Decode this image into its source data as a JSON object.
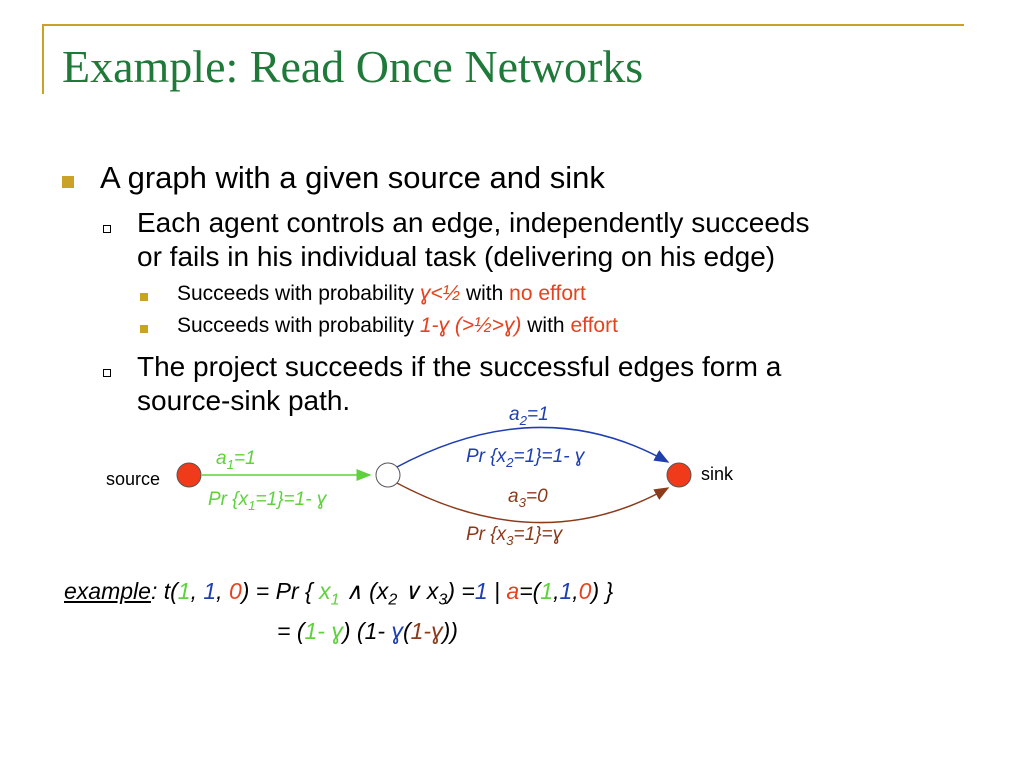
{
  "title": "Example: Read Once Networks",
  "colors": {
    "title": "#1f7a3a",
    "accent": "#c9a227",
    "red": "#e8411e",
    "green": "#5ed23c",
    "blue": "#1f3fb0",
    "brown": "#8b3a1a"
  },
  "bullets": {
    "level1": "A graph with a given source and sink",
    "sub1_line1": "Each agent controls an edge, independently succeeds",
    "sub1_line2": "or fails in his individual task (delivering on his edge)",
    "item1_prefix": "Succeeds with probability",
    "item1_math": "ɣ<½",
    "item1_with": "with",
    "item1_effort": "no effort",
    "item2_prefix": "Succeeds with probability",
    "item2_math": "1-ɣ (>½>ɣ)",
    "item2_with": "with",
    "item2_effort": "effort",
    "sub2_line1": "The project succeeds if the successful edges form a",
    "sub2_line2": "source-sink path."
  },
  "graph": {
    "source_label": "source",
    "sink_label": "sink",
    "a1": {
      "var": "a",
      "sub": "1",
      "rest": "=1"
    },
    "pr1": {
      "pre": "Pr {x",
      "sub": "1",
      "post": "=1}=1- ɣ"
    },
    "a2": {
      "var": "a",
      "sub": "2",
      "rest": "=1"
    },
    "pr2": {
      "pre": "Pr {x",
      "sub": "2",
      "post": "=1}=1- ɣ"
    },
    "a3": {
      "var": "a",
      "sub": "3",
      "rest": "=0"
    },
    "pr3": {
      "pre": "Pr {x",
      "sub": "3",
      "post": "=1}=ɣ"
    }
  },
  "example": {
    "label": "example",
    "colon": ": t(",
    "v1": "1",
    "sep1": ", ",
    "v2": "1",
    "sep2": ", ",
    "v3": "0",
    "mid": ") = Pr { ",
    "x1": "x",
    "x1sub": "1",
    "and": " ∧ (x",
    "x2sub": "2",
    "or": " ∨ x",
    "x3sub": "3",
    "eq": ") =",
    "one": "1",
    "bar": " | ",
    "a": "a",
    "eq2": "=(",
    "w1": "1",
    "c1": ",",
    "w2": "1",
    "c2": ",",
    "w3": "0",
    "close": ") }",
    "line2_pre": "= (",
    "line2_a": "1- ɣ",
    "line2_b": ") (1- ",
    "line2_c": "ɣ",
    "line2_d": "(",
    "line2_e": "1-ɣ",
    "line2_f": "))"
  }
}
